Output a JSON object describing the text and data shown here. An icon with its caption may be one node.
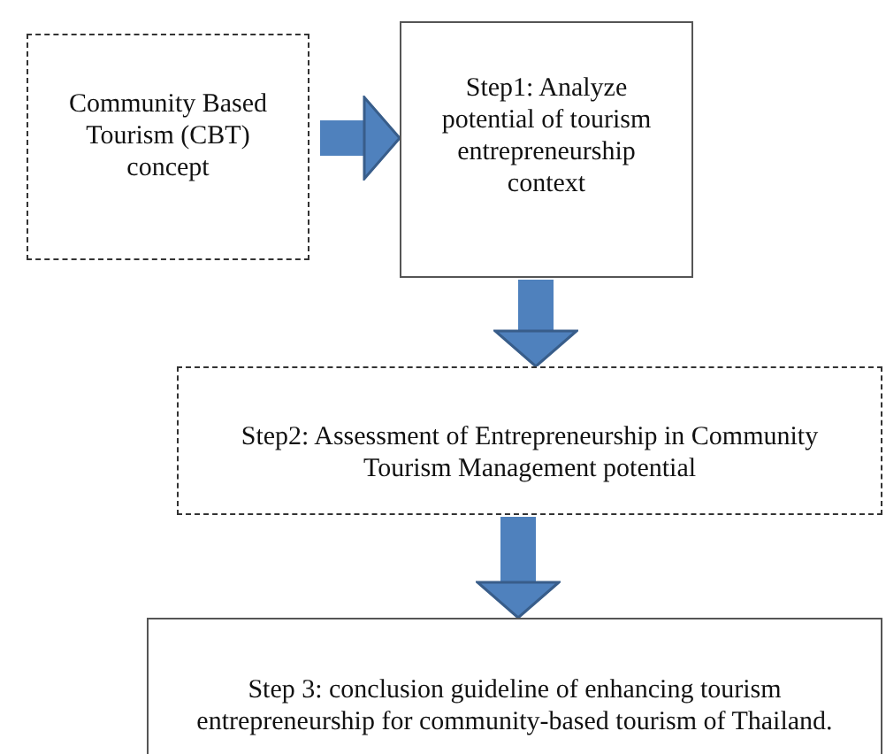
{
  "diagram": {
    "nodes": [
      {
        "text": [
          "Community Based Tourism (CBT) concept"
        ]
      },
      {
        "text": [
          "Step1: Analyze potential of tourism entrepreneurship context"
        ]
      },
      {
        "text": [
          "Step2: Assessment of Entrepreneurship in Community Tourism Management potential"
        ]
      },
      {
        "text": [
          "Step 3: conclusion guideline of enhancing tourism entrepreneurship for community-based tourism of Thailand."
        ]
      }
    ],
    "edges": [
      {
        "from": 0,
        "to": 1,
        "arrow": "to"
      },
      {
        "from": 1,
        "to": 2,
        "arrow": "to"
      },
      {
        "from": 2,
        "to": 3,
        "arrow": "to"
      }
    ]
  }
}
